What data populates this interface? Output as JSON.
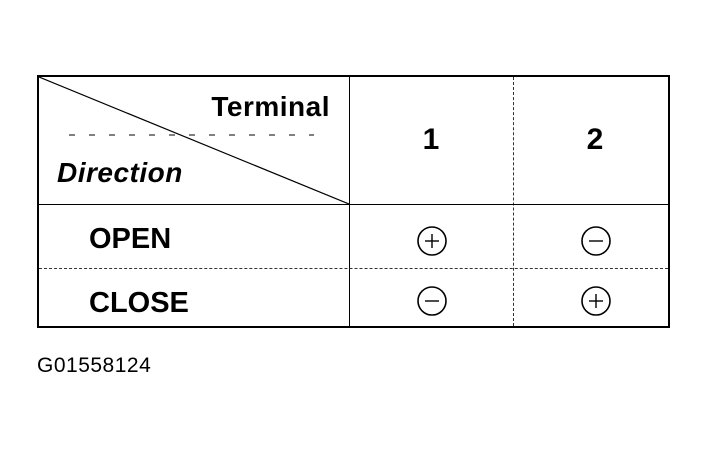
{
  "table": {
    "header_terminal": "Terminal",
    "header_direction": "Direction",
    "columns": [
      "1",
      "2"
    ],
    "rows": [
      {
        "label": "OPEN",
        "cells": [
          "+",
          "-"
        ]
      },
      {
        "label": "CLOSE",
        "cells": [
          "-",
          "+"
        ]
      }
    ]
  },
  "footer": {
    "code": "G01558124"
  }
}
